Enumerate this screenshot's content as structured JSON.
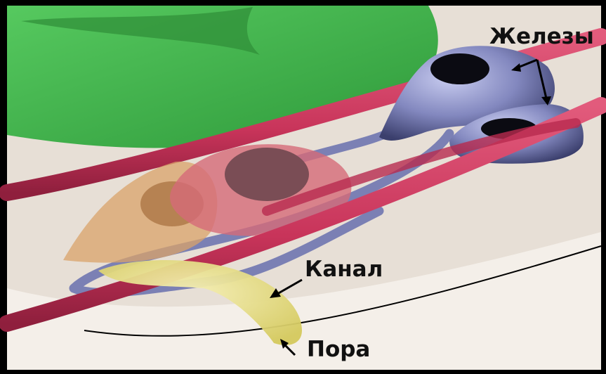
{
  "labels": {
    "glands": "Железы",
    "duct": "Канал",
    "pore": "Пора"
  },
  "colors": {
    "frame": "#000000",
    "skin_bg": "#e7dfd6",
    "green_tissue": "#3eb54b",
    "vessel": "#c8345a",
    "gland": "#6d72a8",
    "duct": "#7b80b4",
    "pore_tissue": "#ece48c",
    "cell_orange": "#d9a36a",
    "cell_red": "#d66a78",
    "nucleus": "#7a4d55"
  },
  "icons": [
    "arrow-glands-1",
    "arrow-glands-2",
    "arrow-duct",
    "arrow-pore"
  ]
}
